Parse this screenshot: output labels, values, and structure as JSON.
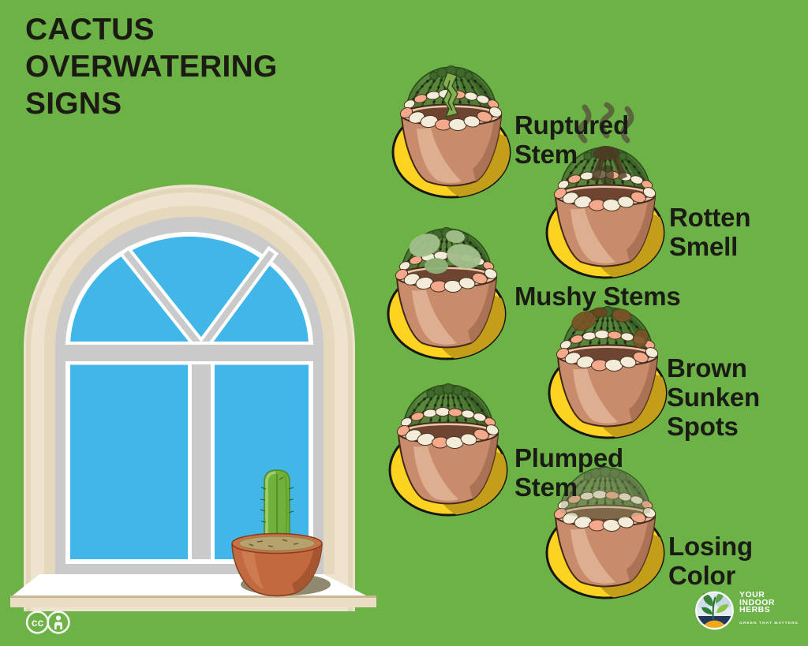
{
  "title": "CACTUS OVERWATERING SIGNS",
  "signs": [
    {
      "id": "ruptured-stem",
      "label": "Ruptured Stem"
    },
    {
      "id": "rotten-smell",
      "label": "Rotten Smell"
    },
    {
      "id": "mushy-stems",
      "label": "Mushy Stems"
    },
    {
      "id": "brown-sunken-spots",
      "label": "Brown Sunken Spots"
    },
    {
      "id": "plumped-stem",
      "label": "Plumped Stem"
    },
    {
      "id": "losing-color",
      "label": "Losing Color"
    }
  ],
  "license": {
    "type": "creative-commons-attribution",
    "icons": [
      "cc-icon",
      "attribution-person-icon"
    ],
    "cc_glyph": "cc"
  },
  "brand": {
    "name_lines": [
      "YOUR",
      "INDOOR",
      "HERBS"
    ],
    "tagline": "GREEN THAT MATTERS",
    "emblem": "leaf-sun-emblem-icon"
  },
  "colors": {
    "background_green": "#6DB247",
    "accent_yellow": "#FBD320",
    "pot_terracotta": "#C88C6D",
    "cactus_green": "#4E7A33",
    "glass_blue": "#41B6E8",
    "wall_cream": "#EDE3CE",
    "text_black": "#1B1B16",
    "logo_navy": "#20395B",
    "logo_orange": "#F2A71B"
  }
}
